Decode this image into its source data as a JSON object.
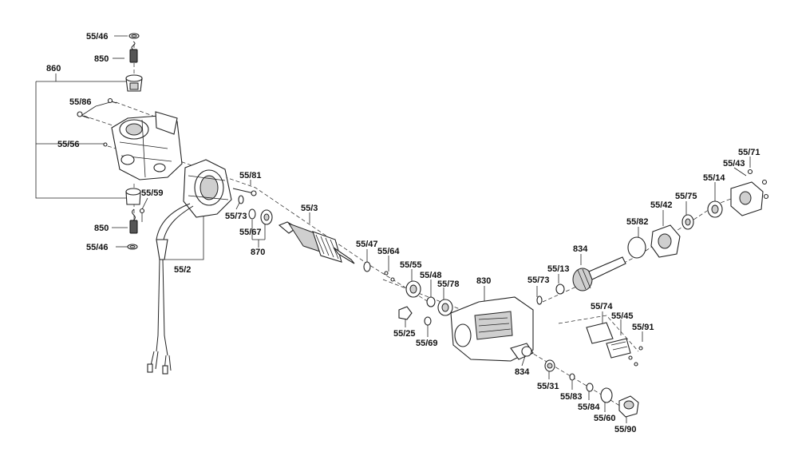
{
  "labels": {
    "l_55_46_top": "55/46",
    "l_850_top": "850",
    "l_860": "860",
    "l_55_86": "55/86",
    "l_55_56": "55/56",
    "l_55_59": "55/59",
    "l_850_bot": "850",
    "l_55_46_bot": "55/46",
    "l_55_2": "55/2",
    "l_55_81": "55/81",
    "l_55_73_a": "55/73",
    "l_55_67": "55/67",
    "l_870": "870",
    "l_55_3": "55/3",
    "l_55_47": "55/47",
    "l_55_64": "55/64",
    "l_55_55": "55/55",
    "l_55_48": "55/48",
    "l_55_78": "55/78",
    "l_55_25": "55/25",
    "l_55_69": "55/69",
    "l_830": "830",
    "l_834_bot": "834",
    "l_55_31": "55/31",
    "l_55_83": "55/83",
    "l_55_84": "55/84",
    "l_55_60": "55/60",
    "l_55_90": "55/90",
    "l_55_73_b": "55/73",
    "l_55_13": "55/13",
    "l_834_top": "834",
    "l_55_82": "55/82",
    "l_55_42": "55/42",
    "l_55_75": "55/75",
    "l_55_14": "55/14",
    "l_55_43": "55/43",
    "l_55_71": "55/71",
    "l_55_74": "55/74",
    "l_55_45": "55/45",
    "l_55_91": "55/91"
  },
  "colors": {
    "line": "#222222",
    "background": "#ffffff",
    "shade": "#cfcfcf"
  }
}
